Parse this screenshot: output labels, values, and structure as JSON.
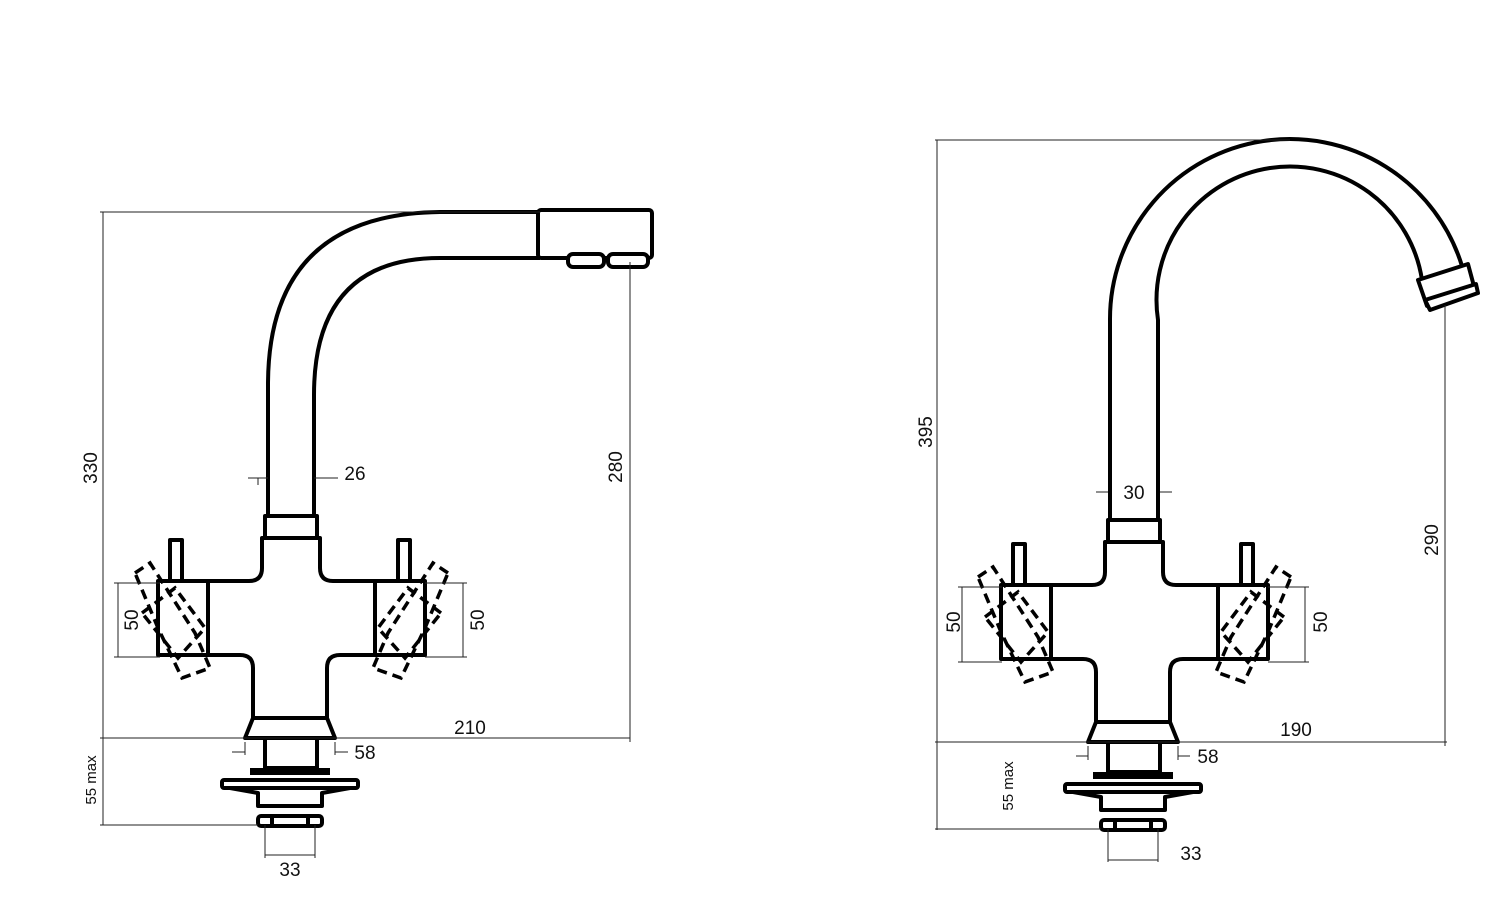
{
  "left_faucet": {
    "height_total": "330",
    "spout_height": "280",
    "reach": "210",
    "tube_diameter": "26",
    "handle_height_left": "50",
    "handle_height_right": "50",
    "base_diameter": "58",
    "deck_thickness": "55 max",
    "shank_diameter": "33"
  },
  "right_faucet": {
    "height_total": "395",
    "spout_height": "290",
    "reach": "190",
    "tube_diameter": "30",
    "handle_height_left": "50",
    "handle_height_right": "50",
    "base_diameter": "58",
    "deck_thickness": "55 max",
    "shank_diameter": "33"
  }
}
